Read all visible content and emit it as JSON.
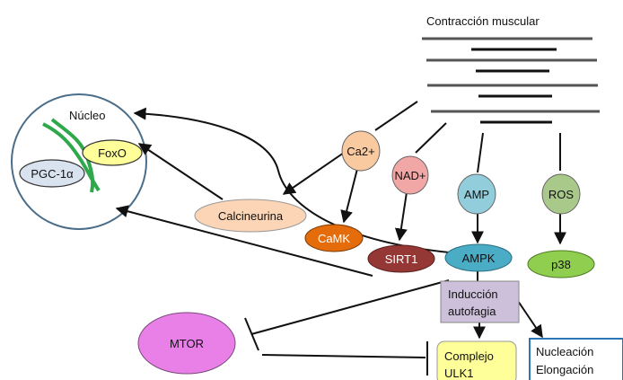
{
  "labels": {
    "contraction": "Contracción muscular",
    "nucleus": "Núcleo",
    "foxo": "FoxO",
    "pgc1a": "PGC-1α",
    "calcineurin": "Calcineurina",
    "ca2": "Ca2+",
    "nad": "NAD+",
    "amp": "AMP",
    "ros": "ROS",
    "camk": "CaMK",
    "sirt1": "SIRT1",
    "ampk": "AMPK",
    "p38": "p38",
    "autophagy_line1": "Inducción",
    "autophagy_line2": "autofagia",
    "mtor": "MTOR",
    "ulk1_line1": "Complejo",
    "ulk1_line2": "ULK1",
    "nucleation": "Nucleación",
    "elongation": "Elongación"
  },
  "colors": {
    "nucleus_border": "#4a6e8a",
    "dna_green": "#2ea84a",
    "foxo": "#ffff99",
    "pgc1a": "#d9e2ef",
    "calcineurin": "#fbd5b5",
    "ca2": "#f9c9a0",
    "nad": "#f2a7a7",
    "amp": "#92cddc",
    "ros": "#a8c98a",
    "camk": "#e46c0a",
    "sirt1": "#953735",
    "ampk": "#4bacc6",
    "p38": "#8fce4f",
    "autophagy": "#ccc0da",
    "mtor": "#e880e8",
    "ulk1": "#ffff99",
    "nucleation_border": "#2e75b6"
  }
}
